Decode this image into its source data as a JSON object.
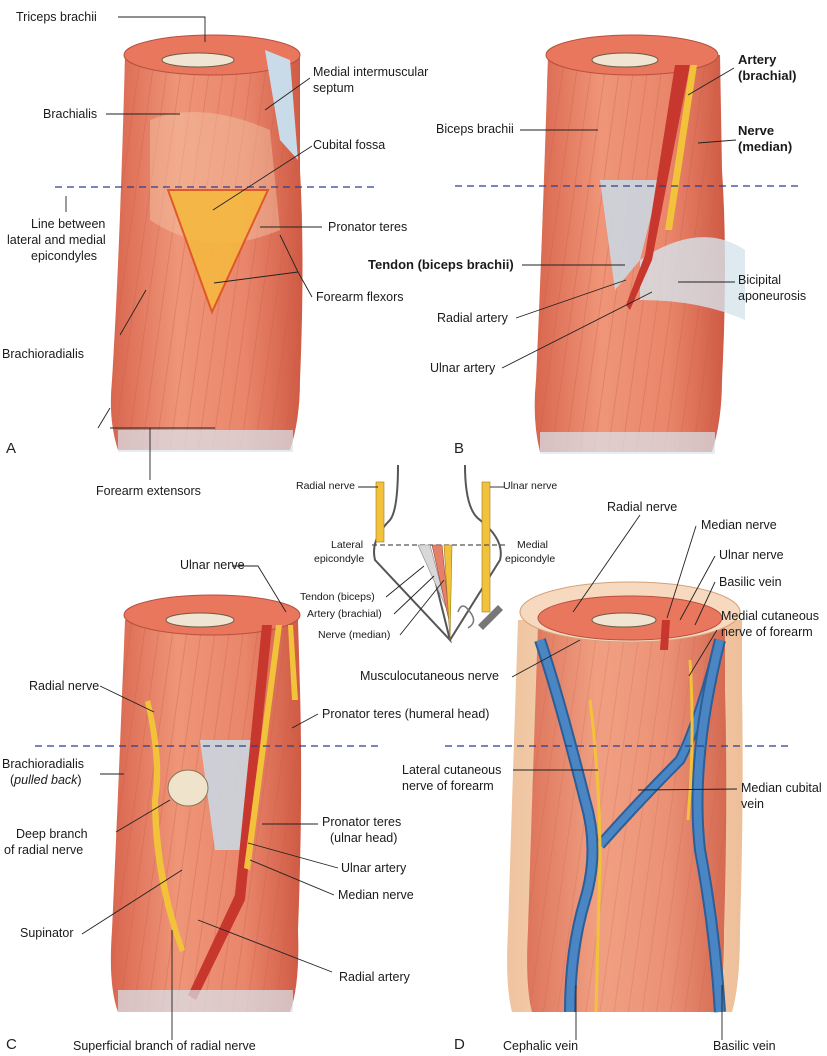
{
  "panels": {
    "A": {
      "letter": "A",
      "labels": {
        "triceps": "Triceps brachii",
        "medial_septum_1": "Medial intermuscular",
        "medial_septum_2": "septum",
        "brachialis": "Brachialis",
        "cubital_fossa": "Cubital fossa",
        "line_1": "Line between",
        "line_2": "lateral and medial",
        "line_3": "epicondyles",
        "pronator_teres": "Pronator teres",
        "forearm_flexors": "Forearm flexors",
        "brachioradialis": "Brachioradialis",
        "forearm_extensors": "Forearm extensors"
      }
    },
    "B": {
      "letter": "B",
      "labels": {
        "artery_1": "Artery",
        "artery_2": "(brachial)",
        "biceps": "Biceps brachii",
        "nerve_1": "Nerve",
        "nerve_2": "(median)",
        "tendon": "Tendon (biceps brachii)",
        "bicipital_1": "Bicipital",
        "bicipital_2": "aponeurosis",
        "radial_artery": "Radial artery",
        "ulnar_artery": "Ulnar artery"
      }
    },
    "inset": {
      "labels": {
        "radial_nerve": "Radial nerve",
        "ulnar_nerve": "Ulnar nerve",
        "lateral_1": "Lateral",
        "lateral_2": "epicondyle",
        "medial_1": "Medial",
        "medial_2": "epicondyle",
        "tendon": "Tendon (biceps)",
        "artery": "Artery (brachial)",
        "nerve": "Nerve (median)"
      }
    },
    "C": {
      "letter": "C",
      "labels": {
        "ulnar_nerve": "Ulnar nerve",
        "radial_nerve": "Radial nerve",
        "pronator_humeral": "Pronator teres (humeral head)",
        "brachioradialis": "Brachioradialis",
        "pulled_back": "pulled back",
        "paren_open": "(",
        "paren_close": ")",
        "deep_branch_1": "Deep branch",
        "deep_branch_2": "of radial nerve",
        "pronator_ulnar_1": "Pronator teres",
        "pronator_ulnar_2": "(ulnar head)",
        "ulnar_artery": "Ulnar artery",
        "median_nerve": "Median nerve",
        "supinator": "Supinator",
        "radial_artery": "Radial artery",
        "superficial_branch": "Superficial branch of radial nerve"
      }
    },
    "D": {
      "letter": "D",
      "labels": {
        "radial_nerve": "Radial nerve",
        "median_nerve": "Median nerve",
        "ulnar_nerve": "Ulnar nerve",
        "basilic_vein_top": "Basilic vein",
        "medial_cut_1": "Medial cutaneous",
        "medial_cut_2": "nerve of forearm",
        "musculocutaneous": "Musculocutaneous nerve",
        "lateral_cut_1": "Lateral cutaneous",
        "lateral_cut_2": "nerve of forearm",
        "median_cubital_1": "Median cubital",
        "median_cubital_2": "vein",
        "cephalic_vein": "Cephalic vein",
        "basilic_vein_bottom": "Basilic vein"
      }
    }
  },
  "colors": {
    "muscle": "#e8826a",
    "muscle_dark": "#c9543f",
    "artery": "#c8372d",
    "nerve": "#f2c23a",
    "vein": "#3d78b8",
    "tendon": "#c9dbe8",
    "fossa": "#f5b840",
    "dashed_line": "#2b3f8f",
    "skin": "#f7d2b0"
  }
}
